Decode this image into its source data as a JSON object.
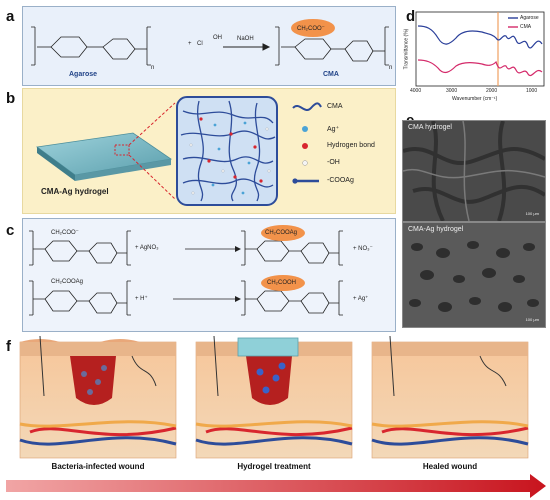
{
  "panels": {
    "a": "a",
    "b": "b",
    "c": "c",
    "d": "d",
    "e": "e",
    "f": "f"
  },
  "panel_a": {
    "agarose_label": "Agarose",
    "cma_label": "CMA",
    "reagent_plus": "+",
    "reagent": "Cl",
    "reagent_acid": "OH",
    "conditions": "NaOH",
    "substituent": "CH₂COO⁻",
    "repeat_n": "n"
  },
  "panel_b": {
    "hydrogel_label": "CMA-Ag hydrogel",
    "legend": [
      "CMA",
      "Ag⁺",
      "Hydrogen bond",
      "-OH",
      "-COOAg"
    ]
  },
  "panel_c": {
    "row1_left_group": "CH₂COO⁻",
    "row1_reagent": "+ AgNO₃",
    "row1_product_group": "CH₂COOAg",
    "row1_byproduct": "+ NO₃⁻",
    "row2_left_group": "CH₂COOAg",
    "row2_reagent": "+ H⁺",
    "row2_product_group": "CH₂COOH",
    "row2_byproduct": "+ Ag⁺"
  },
  "panel_d": {
    "ylabel": "Transmittance (%)",
    "xlabel": "Wavenumber (cm⁻¹)",
    "ticks": [
      "4000",
      "3000",
      "2000",
      "1000"
    ],
    "legend": [
      {
        "name": "Agarose",
        "color": "#2a3f9a"
      },
      {
        "name": "CMA",
        "color": "#d42a6a"
      }
    ],
    "marker_color": "#f0a060"
  },
  "panel_e": {
    "top_title": "CMA hydrogel",
    "bottom_title": "CMA-Ag hydrogel",
    "scale": "100 μm"
  },
  "panel_f": {
    "captions": [
      "Bacteria-infected wound",
      "Hydrogel treatment",
      "Healed wound"
    ]
  },
  "colors": {
    "box_fill": "#e9f0fa",
    "hydrogel_bg": "#fbf0c8",
    "accent_red": "#d8262e",
    "cma_blue": "#2d4c9a",
    "substituent_orange": "#f2924a"
  }
}
